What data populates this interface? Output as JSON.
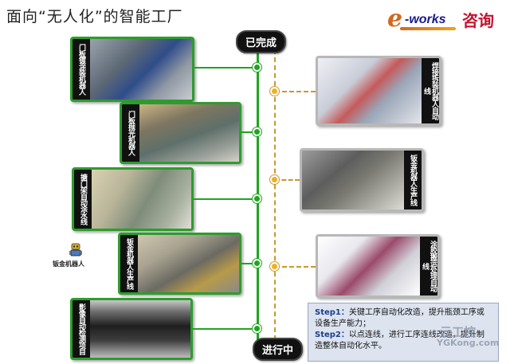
{
  "title": "面向“无人化”的智能工厂",
  "logo": {
    "e": "e",
    "works": "-works",
    "cn": "咨询"
  },
  "status_top": "已完成",
  "status_bottom": "进行中",
  "panels_left": [
    {
      "label": "门板镀涂装机器人"
    },
    {
      "label": "门板抛光机器人"
    },
    {
      "label": "搪门架自动涂水线"
    },
    {
      "label": "钣金机器人生产线"
    },
    {
      "label": "影像自动检测项目"
    }
  ],
  "panels_right": [
    {
      "label": "焊接拆装机器人自动线"
    },
    {
      "label": "钣金机器人生产线"
    },
    {
      "label": "涂胶搬运处理自动线"
    }
  ],
  "robot_caption": "钣金机器人",
  "note": {
    "step1_label": "Step1：",
    "step1_text": "关键工序自动化改造，提升瓶颈工序或设备生产能力；",
    "step2_label": "Step2：",
    "step2_text": "以点连线，进行工序连线改造，提升制造整体自动化水平。"
  },
  "watermark": {
    "brand": "云工控",
    "url": "YGKong.com"
  },
  "colors": {
    "green": "#1fa51f",
    "gold": "#c99a2a",
    "pill": "#111111"
  }
}
